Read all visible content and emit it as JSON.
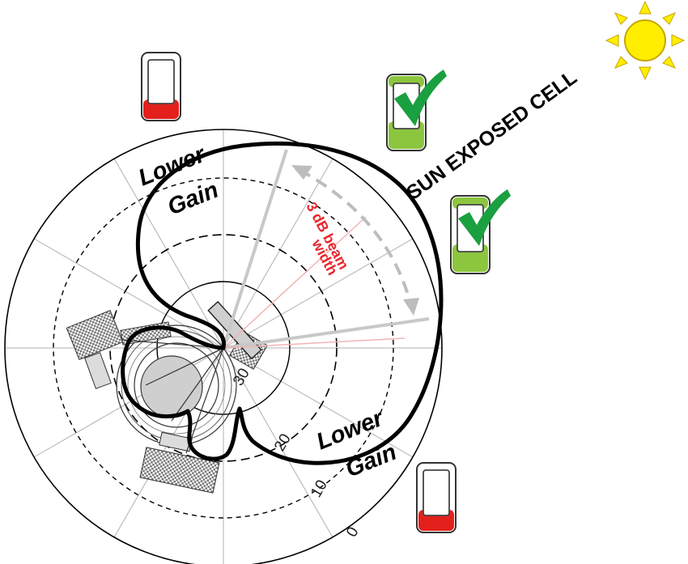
{
  "labels": {
    "lower_gain_top_line1": "Lower",
    "lower_gain_top_line2": "Gain",
    "lower_gain_bottom_line1": "Lower",
    "lower_gain_bottom_line2": "Gain",
    "sun_exposed_cell": "SUN EXPOSED CELL",
    "beam_line1": "3 dB beam",
    "beam_line2": "width"
  },
  "ring_labels": [
    "30",
    "20",
    "10",
    "0"
  ],
  "colors": {
    "phone_bad": "#e3201b",
    "phone_good": "#8cc63f",
    "check_mark": "#1aa040",
    "sun": "#ffee00",
    "beam_label": "#e8262c",
    "pattern_outline": "#000000",
    "beam_lines": "#c8c8c8"
  },
  "icons": {
    "phones": [
      "phone-no-signal-icon",
      "phone-good-signal-icon",
      "phone-good-signal-icon",
      "phone-no-signal-icon"
    ],
    "checks": [
      "check-mark-icon",
      "check-mark-icon"
    ],
    "sun": "sun-icon"
  }
}
